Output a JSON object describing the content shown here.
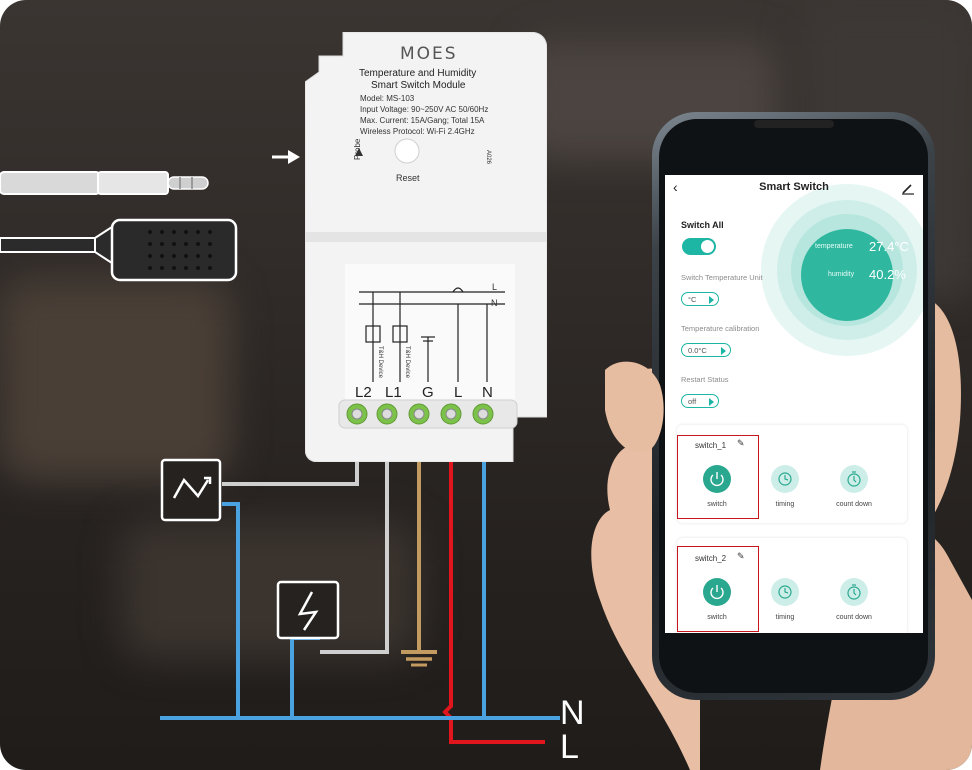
{
  "module": {
    "brand": "MOES",
    "title_line1": "Temperature and Humidity",
    "title_line2": "Smart Switch Module",
    "model": "Model: MS-103",
    "voltage": "Input Voltage: 90~250V AC 50/60Hz",
    "current": "Max. Current: 15A/Gang; Total 15A",
    "protocol": "Wireless Protocol: Wi-Fi 2.4GHz",
    "probe": "Probe",
    "reset": "Reset",
    "side_code": "A026",
    "device_label": "T&H Device",
    "terminals": [
      "L2",
      "L1",
      "G",
      "L",
      "N"
    ],
    "diagram_top_L": "L",
    "diagram_top_N": "N"
  },
  "wires": {
    "N_label": "N",
    "L_label": "L",
    "colors": {
      "neutral": "#4aa3e0",
      "live": "#e0161c",
      "ground": "#b88a4a",
      "load": "#c8c8c8"
    }
  },
  "app": {
    "title": "Smart Switch",
    "back_icon": "chevron-left-icon",
    "edit_icon": "pencil-icon",
    "switch_all_label": "Switch All",
    "switch_all_on": true,
    "temperature_label": "temperature",
    "temperature_value": "27.4°C",
    "humidity_label": "humidity",
    "humidity_value": "40.2%",
    "unit_label": "Switch Temperature Unit",
    "unit_value": "°C",
    "calibration_label": "Temperature calibration",
    "calibration_value": "0.0°C",
    "restart_label": "Restart Status",
    "restart_value": "off",
    "switches": [
      {
        "name": "switch_1",
        "btn_switch": "switch",
        "btn_timing": "timing",
        "btn_countdown": "count down"
      },
      {
        "name": "switch_2",
        "btn_switch": "switch",
        "btn_timing": "timing",
        "btn_countdown": "count down"
      }
    ],
    "accent": "#1db5a3"
  }
}
